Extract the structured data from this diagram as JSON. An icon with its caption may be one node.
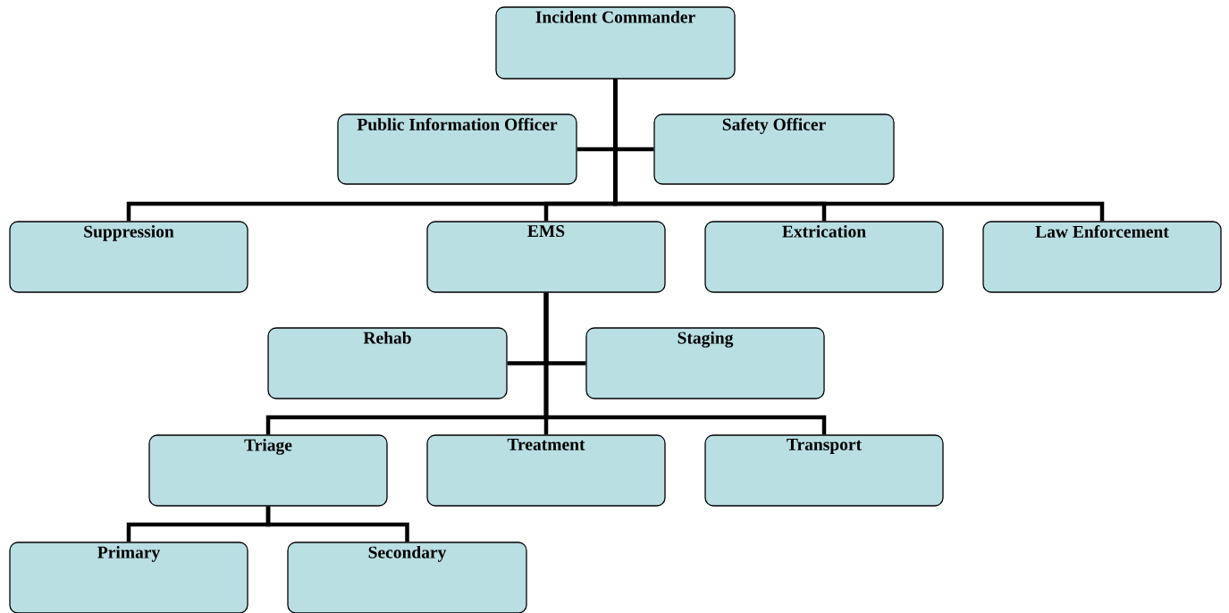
{
  "diagram": {
    "nodes": [
      {
        "text": [
          "Incident Commander"
        ]
      },
      {
        "text": [
          "Public Information Officer"
        ]
      },
      {
        "text": [
          "Safety Officer"
        ]
      },
      {
        "text": [
          "Suppression"
        ]
      },
      {
        "text": [
          "EMS"
        ]
      },
      {
        "text": [
          "Extrication"
        ]
      },
      {
        "text": [
          "Law Enforcement"
        ]
      },
      {
        "text": [
          "Rehab"
        ]
      },
      {
        "text": [
          "Staging"
        ]
      },
      {
        "text": [
          "Triage"
        ]
      },
      {
        "text": [
          "Treatment"
        ]
      },
      {
        "text": [
          "Transport"
        ]
      },
      {
        "text": [
          "Primary"
        ]
      },
      {
        "text": [
          "Secondary"
        ]
      }
    ],
    "edges": [
      {
        "from": 0,
        "to": 1,
        "arrow": "none"
      },
      {
        "from": 0,
        "to": 2,
        "arrow": "none"
      },
      {
        "from": 0,
        "to": 3,
        "arrow": "none"
      },
      {
        "from": 0,
        "to": 4,
        "arrow": "none"
      },
      {
        "from": 0,
        "to": 5,
        "arrow": "none"
      },
      {
        "from": 0,
        "to": 6,
        "arrow": "none"
      },
      {
        "from": 4,
        "to": 7,
        "arrow": "none"
      },
      {
        "from": 4,
        "to": 8,
        "arrow": "none"
      },
      {
        "from": 4,
        "to": 9,
        "arrow": "none"
      },
      {
        "from": 4,
        "to": 10,
        "arrow": "none"
      },
      {
        "from": 4,
        "to": 11,
        "arrow": "none"
      },
      {
        "from": 9,
        "to": 12,
        "arrow": "none"
      },
      {
        "from": 9,
        "to": 13,
        "arrow": "none"
      }
    ]
  }
}
